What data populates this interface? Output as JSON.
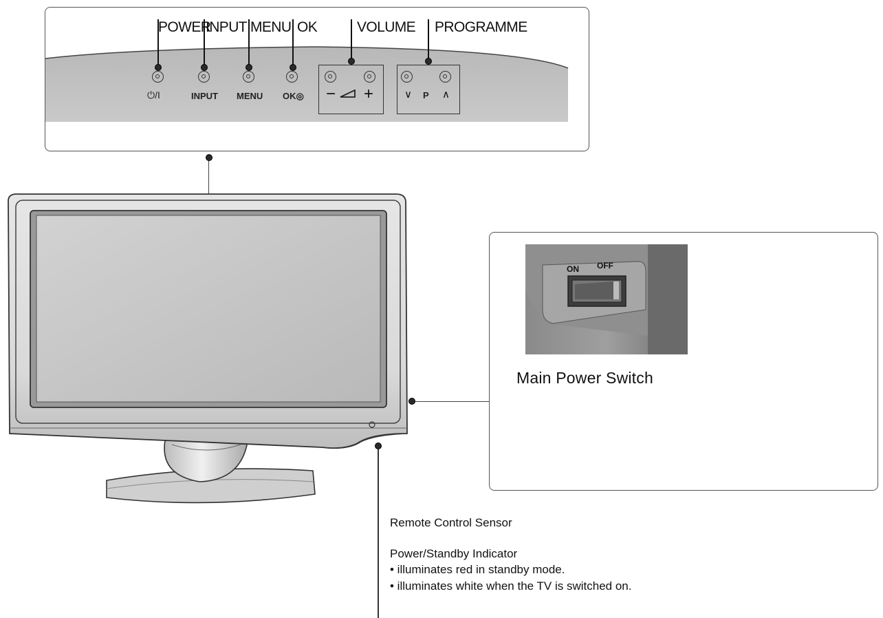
{
  "panel_labels": {
    "power": "POWER",
    "input": "INPUT",
    "menu": "MENU",
    "ok": "OK",
    "volume": "VOLUME",
    "programme": "PROGRAMME"
  },
  "panel_buttons": {
    "power_symbol": "⏻/I",
    "input": "INPUT",
    "menu": "MENU",
    "ok": "OK◎",
    "vol_minus": "−",
    "vol_plus": "+",
    "prog_down": "∨",
    "prog_p": "P",
    "prog_up": "∧"
  },
  "main_power_switch": {
    "title": "Main Power Switch",
    "on_label": "ON",
    "off_label": "OFF"
  },
  "remote_sensor": {
    "title": "Remote Control Sensor"
  },
  "standby_indicator": {
    "title": "Power/Standby Indicator",
    "bullets": [
      "• illuminates red in standby mode.",
      "• illuminates white when the TV is switched on."
    ]
  }
}
